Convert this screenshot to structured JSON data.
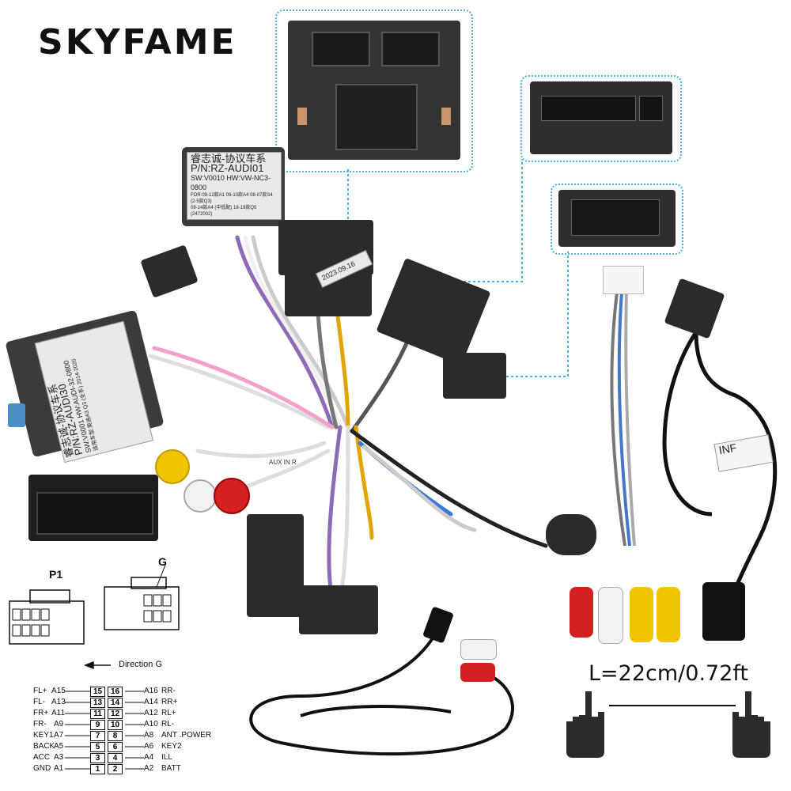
{
  "brand": "SKYFAME",
  "module1": {
    "line1": "睿志诚-协议车系",
    "line2": "P/N:RZ-AUDI01",
    "line3": "SW:V0010   HW:VW-NC3-0800",
    "line4": "FOR:09-12款A1 09-10款A4 08-07款S4 (2-5款Q3)",
    "line5": "09-14款A4 (中低配) 18-19款Q5 (2472002)"
  },
  "module2": {
    "line1": "睿志诚-协议车系",
    "line2": "P/N:RZ-AUDI30",
    "line3": "SW:V0001   HW:AUDI-32-0800",
    "line4": "适用车型:奥迪A3 Q3 (全系) 2014-2020"
  },
  "harness_tag": "AUX IN R",
  "sticker_text": "2023.09.16",
  "diagram": {
    "p1_label": "P1",
    "g_label": "G",
    "direction": "Direction G"
  },
  "pinout": {
    "left": [
      {
        "name": "FL+",
        "code": "A15",
        "pin": "15"
      },
      {
        "name": "FL-",
        "code": "A13",
        "pin": "13"
      },
      {
        "name": "FR+",
        "code": "A11",
        "pin": "11"
      },
      {
        "name": "FR-",
        "code": "A9",
        "pin": "9"
      },
      {
        "name": "KEY1",
        "code": "A7",
        "pin": "7"
      },
      {
        "name": "BACK",
        "code": "A5",
        "pin": "5"
      },
      {
        "name": "ACC",
        "code": "A3",
        "pin": "3"
      },
      {
        "name": "GND",
        "code": "A1",
        "pin": "1"
      }
    ],
    "right": [
      {
        "name": "RR-",
        "code": "A16",
        "pin": "16"
      },
      {
        "name": "RR+",
        "code": "A14",
        "pin": "14"
      },
      {
        "name": "RL+",
        "code": "A12",
        "pin": "12"
      },
      {
        "name": "RL-",
        "code": "A10",
        "pin": "10"
      },
      {
        "name": "ANT .POWER",
        "code": "A8",
        "pin": "8"
      },
      {
        "name": "KEY2",
        "code": "A6",
        "pin": "6"
      },
      {
        "name": "ILL",
        "code": "A4",
        "pin": "4"
      },
      {
        "name": "BATT",
        "code": "A2",
        "pin": "2"
      }
    ]
  },
  "measure": "L=22cm/0.72ft",
  "ami_tag": "INF",
  "colors": {
    "accent": "#4ab3e0",
    "connector": "#2a2c2c",
    "rca_red": "#d42020",
    "rca_white": "#f2f2f2",
    "rca_yellow": "#f2c400"
  },
  "icons": [
    "hand-pointing-icon-left",
    "hand-pointing-icon-right"
  ]
}
